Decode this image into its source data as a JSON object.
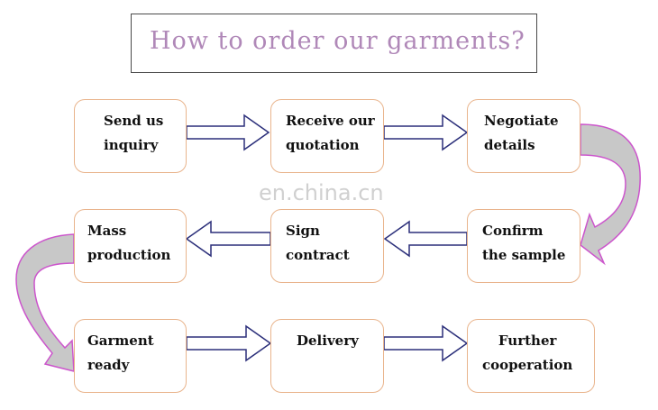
{
  "title": "How to order our garments?",
  "watermark": "en.china.cn",
  "steps": [
    {
      "label": "Send us\ninquiry"
    },
    {
      "label": "Receive our\nquotation"
    },
    {
      "label": "Negotiate\ndetails"
    },
    {
      "label": "Confirm\nthe sample"
    },
    {
      "label": "Sign\ncontract"
    },
    {
      "label": "Mass\nproduction"
    },
    {
      "label": "Garment\nready"
    },
    {
      "label": "Delivery"
    },
    {
      "label": "Further\ncooperation"
    }
  ],
  "colors": {
    "title_text": "#b088b8",
    "box_border": "#e9b48c",
    "arrow_stroke": "#2b2f7a",
    "curve_stroke": "#cc55cc",
    "curve_fill": "#c8c8c8"
  }
}
